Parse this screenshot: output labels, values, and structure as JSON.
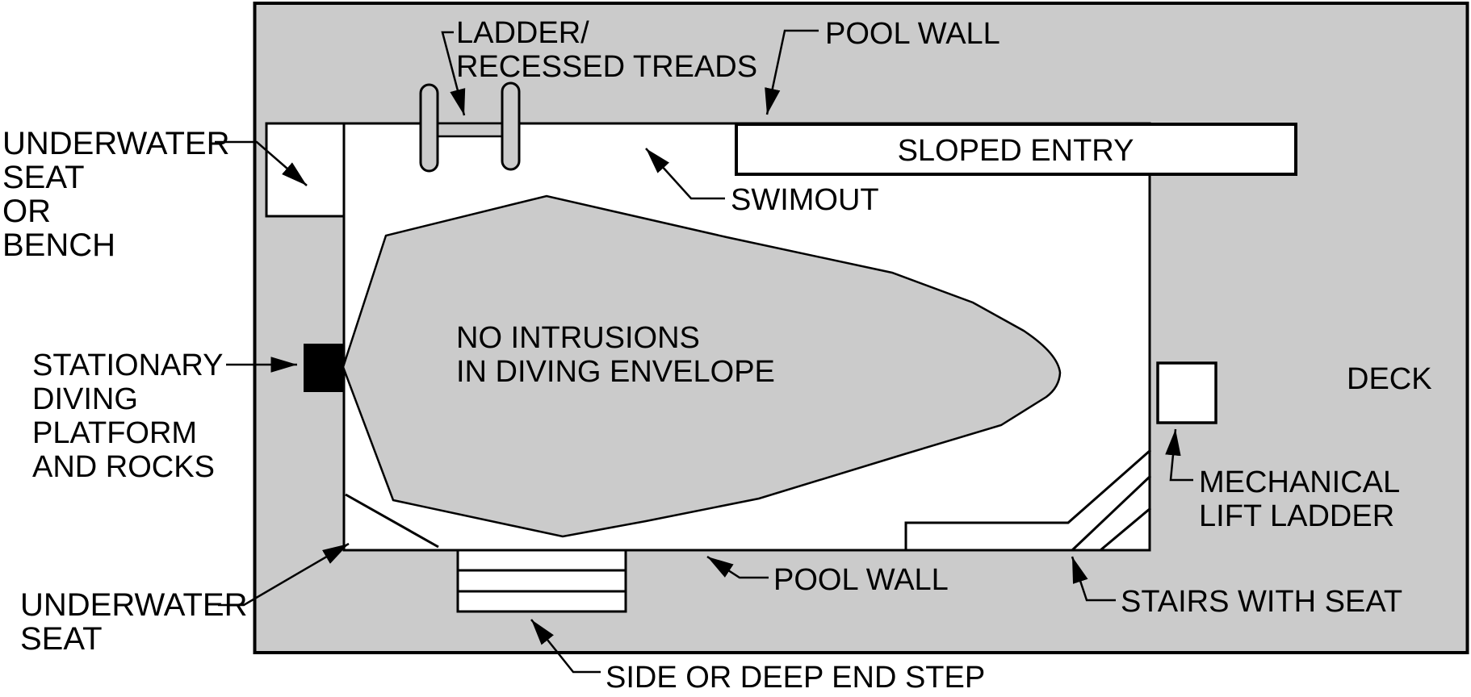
{
  "diagram": {
    "type": "swimming-pool-plan-diagram",
    "colors": {
      "deck": "#cbcbcb",
      "envelope": "#cbcbcb",
      "pool": "#ffffff",
      "line": "#000000",
      "platform": "#000000"
    },
    "labels": {
      "underwater_seat_bench": {
        "lines": [
          "UNDERWATER",
          "SEAT",
          "OR",
          "BENCH"
        ]
      },
      "ladder_recessed_treads": {
        "lines": [
          "LADDER/",
          "RECESSED TREADS"
        ]
      },
      "pool_wall_top": {
        "text": "POOL WALL"
      },
      "sloped_entry": {
        "text": "SLOPED ENTRY"
      },
      "swimout": {
        "text": "SWIMOUT"
      },
      "diving_envelope": {
        "lines": [
          "NO INTRUSIONS",
          "IN DIVING ENVELOPE"
        ]
      },
      "stationary_diving_platform": {
        "lines": [
          "STATIONARY",
          "DIVING",
          "PLATFORM",
          "AND ROCKS"
        ]
      },
      "deck": {
        "text": "DECK"
      },
      "mechanical_lift_ladder": {
        "lines": [
          "MECHANICAL",
          "LIFT LADDER"
        ]
      },
      "underwater_seat": {
        "lines": [
          "UNDERWATER",
          "SEAT"
        ]
      },
      "pool_wall_bottom": {
        "text": "POOL WALL"
      },
      "stairs_with_seat": {
        "text": "STAIRS WITH SEAT"
      },
      "side_or_deep_end_step": {
        "text": "SIDE OR DEEP END STEP"
      }
    }
  }
}
